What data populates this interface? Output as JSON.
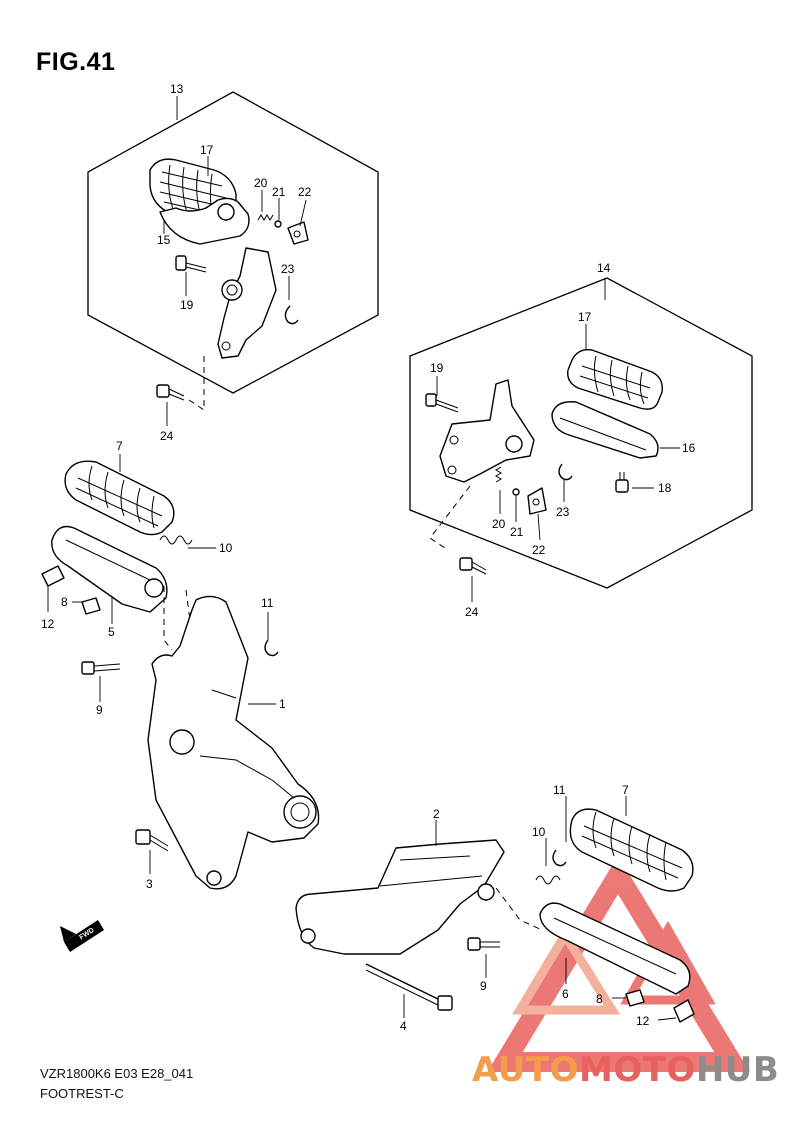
{
  "figure": {
    "title": "FIG.41",
    "code": "VZR1800K6 E03 E28_041",
    "name": "FOOTREST-C"
  },
  "callouts": {
    "n1": "1",
    "n2": "2",
    "n3": "3",
    "n4": "4",
    "n5": "5",
    "n6": "6",
    "n7a": "7",
    "n7b": "7",
    "n8a": "8",
    "n8b": "8",
    "n9a": "9",
    "n9b": "9",
    "n10a": "10",
    "n10b": "10",
    "n11a": "11",
    "n11b": "11",
    "n12a": "12",
    "n12b": "12",
    "n13": "13",
    "n14": "14",
    "n15": "15",
    "n16": "16",
    "n17a": "17",
    "n17b": "17",
    "n18": "18",
    "n19a": "19",
    "n19b": "19",
    "n20a": "20",
    "n20b": "20",
    "n21a": "21",
    "n21b": "21",
    "n22a": "22",
    "n22b": "22",
    "n23a": "23",
    "n23b": "23",
    "n24a": "24",
    "n24b": "24"
  },
  "direction_badge": "FWD",
  "watermark": {
    "part1": "AUTO",
    "part2": "MOTO",
    "part3": "HUB",
    "color_orange": "#f39c4a",
    "color_red": "#e8615c",
    "color_gray": "#8c8c8c"
  }
}
